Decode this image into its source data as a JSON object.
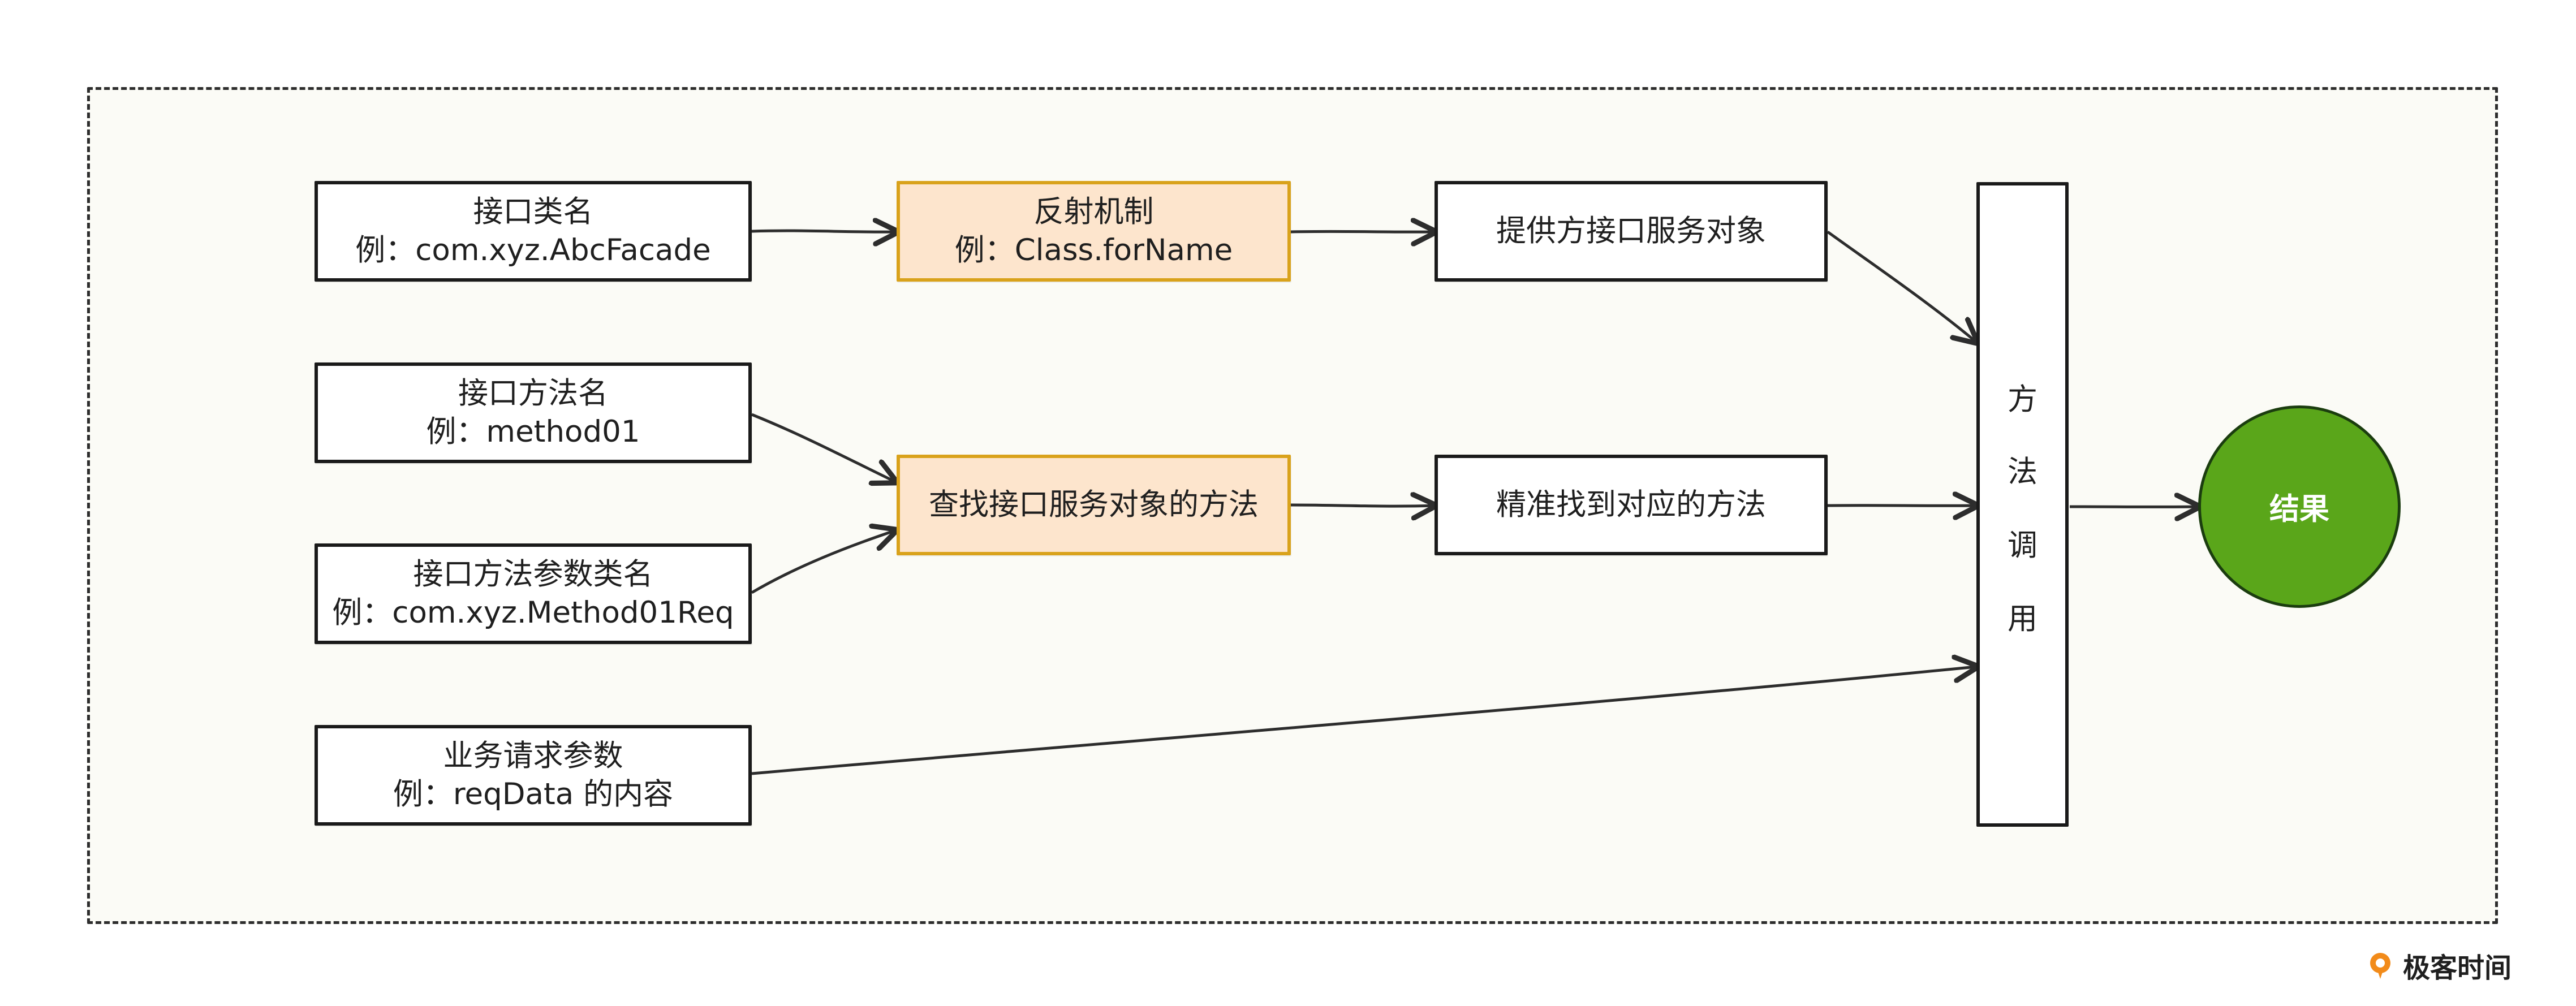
{
  "diagram": {
    "nodes": {
      "interface_class_name": {
        "line1": "接口类名",
        "line2": "例：com.xyz.AbcFacade"
      },
      "reflection": {
        "line1": "反射机制",
        "line2": "例：Class.forName"
      },
      "provider_service_object": {
        "text": "提供方接口服务对象"
      },
      "interface_method_name": {
        "line1": "接口方法名",
        "line2": "例：method01"
      },
      "method_param_class_name": {
        "line1": "接口方法参数类名",
        "line2": "例：com.xyz.Method01Req"
      },
      "find_method": {
        "text": "查找接口服务对象的方法"
      },
      "exact_method": {
        "text": "精准找到对应的方法"
      },
      "business_request_params": {
        "line1": "业务请求参数",
        "line2": "例：reqData 的内容"
      },
      "method_invocation": {
        "chars": [
          "方",
          "法",
          "调",
          "用"
        ]
      },
      "result": {
        "text": "结果"
      }
    },
    "edges": [
      {
        "from": "interface_class_name",
        "to": "reflection"
      },
      {
        "from": "reflection",
        "to": "provider_service_object"
      },
      {
        "from": "provider_service_object",
        "to": "method_invocation"
      },
      {
        "from": "interface_method_name",
        "to": "find_method"
      },
      {
        "from": "method_param_class_name",
        "to": "find_method"
      },
      {
        "from": "find_method",
        "to": "exact_method"
      },
      {
        "from": "exact_method",
        "to": "method_invocation"
      },
      {
        "from": "business_request_params",
        "to": "method_invocation"
      },
      {
        "from": "method_invocation",
        "to": "result"
      }
    ],
    "colors": {
      "highlight_fill": "#fde5cd",
      "highlight_border": "#d9a21b",
      "result_fill": "#5aa61a",
      "line": "#2d2d2d"
    }
  },
  "watermark": {
    "text": "极客时间",
    "logo_icon": "geektime-logo-icon"
  }
}
